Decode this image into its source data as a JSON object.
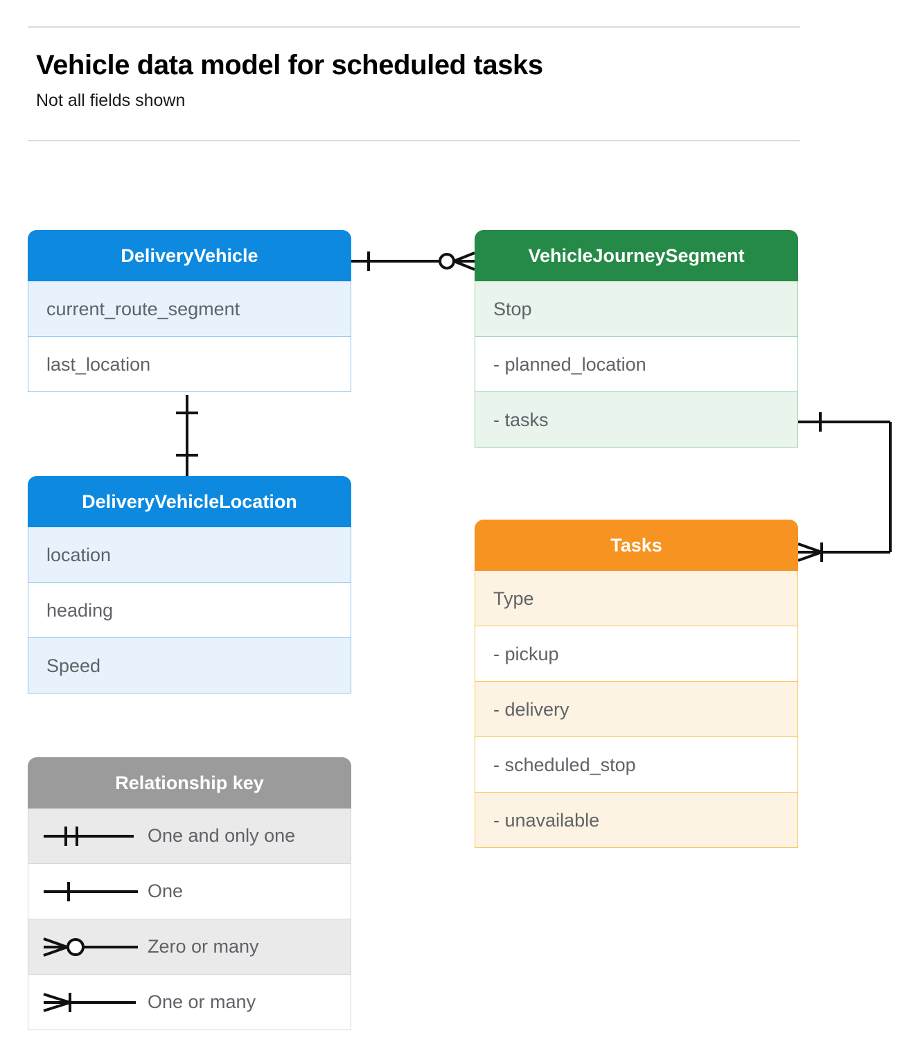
{
  "header": {
    "title": "Vehicle data model for scheduled tasks",
    "subtitle": "Not all fields shown"
  },
  "colors": {
    "blue_header": "#0d8ae0",
    "blue_row_alt": "#e8f2fd",
    "blue_border": "#8ec5f0",
    "green_header": "#258a47",
    "green_row_alt": "#e8f4ec",
    "green_border": "#9ed3ae",
    "orange_header": "#f79321",
    "orange_row_alt": "#fdf3e2",
    "orange_border": "#fbc45c",
    "grey_header": "#9b9b9b",
    "grey_row_alt": "#eaeaea",
    "rule": "#dadce0",
    "connector": "#111111",
    "field_text": "#5f6368"
  },
  "entities": {
    "delivery_vehicle": {
      "name": "DeliveryVehicle",
      "fields": [
        {
          "label": "current_route_segment"
        },
        {
          "label": "last_location"
        }
      ]
    },
    "vehicle_journey_segment": {
      "name": "VehicleJourneySegment",
      "fields": [
        {
          "label": "Stop"
        },
        {
          "label": "-  planned_location"
        },
        {
          "label": "- tasks"
        }
      ]
    },
    "delivery_vehicle_location": {
      "name": "DeliveryVehicleLocation",
      "fields": [
        {
          "label": "location"
        },
        {
          "label": "heading"
        },
        {
          "label": "Speed"
        }
      ]
    },
    "tasks": {
      "name": "Tasks",
      "fields": [
        {
          "label": "Type"
        },
        {
          "label": "-  pickup"
        },
        {
          "label": "-  delivery"
        },
        {
          "label": "-  scheduled_stop"
        },
        {
          "label": "-  unavailable"
        }
      ]
    }
  },
  "legend": {
    "title": "Relationship key",
    "items": [
      {
        "label": "One and only one",
        "symbol": "one-and-only-one"
      },
      {
        "label": "One",
        "symbol": "one"
      },
      {
        "label": "Zero or many",
        "symbol": "zero-or-many"
      },
      {
        "label": "One or many",
        "symbol": "one-or-many"
      }
    ]
  },
  "relationships": [
    {
      "from": "DeliveryVehicle",
      "to": "VehicleJourneySegment",
      "from_cardinality": "One",
      "to_cardinality": "Zero or many"
    },
    {
      "from": "DeliveryVehicle",
      "to": "DeliveryVehicleLocation",
      "from_cardinality": "One",
      "to_cardinality": "One"
    },
    {
      "from": "VehicleJourneySegment.tasks",
      "to": "Tasks",
      "from_cardinality": "One",
      "to_cardinality": "One or many"
    }
  ]
}
